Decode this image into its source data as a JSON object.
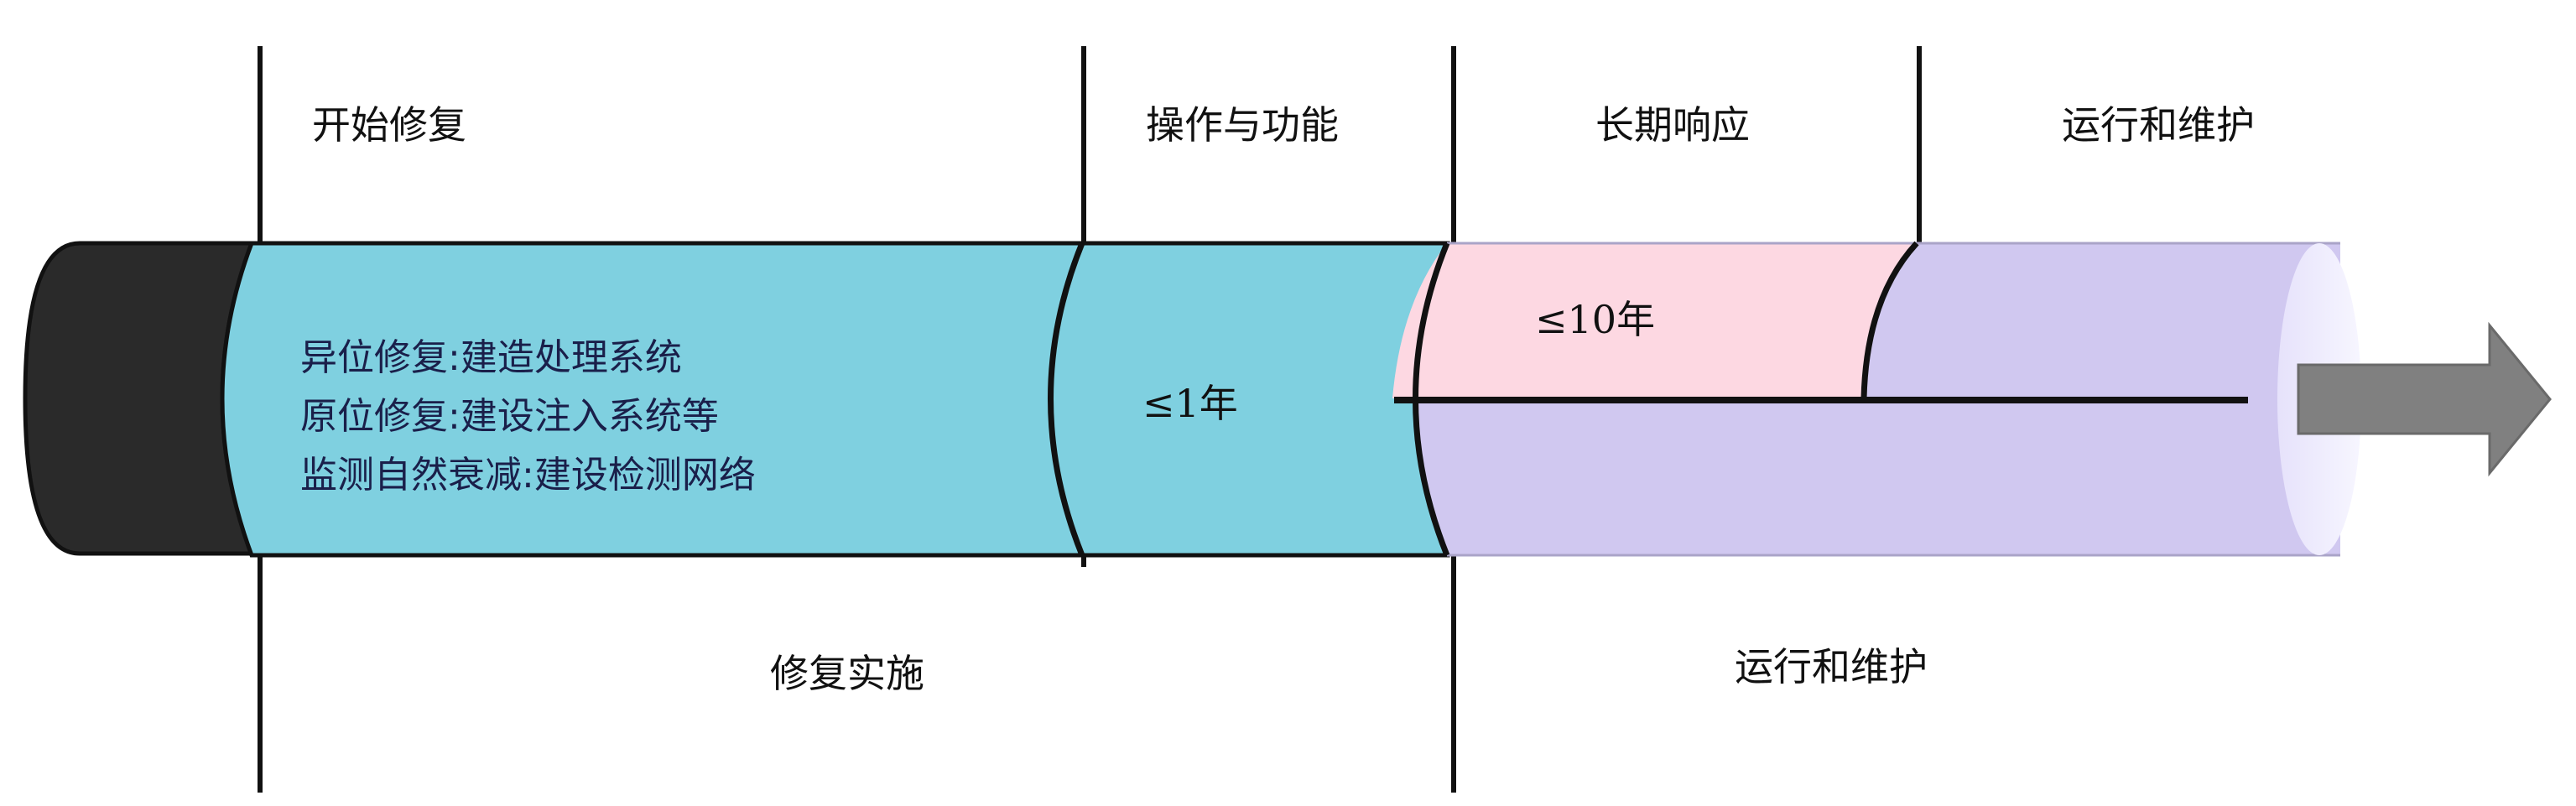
{
  "phases_top": {
    "start": "开始修复",
    "operation": "操作与功能",
    "long_term": "长期响应",
    "om": "运行和维护"
  },
  "phases_bottom": {
    "implementation": "修复实施",
    "om": "运行和维护"
  },
  "implementation_items": [
    "异位修复:建造处理系统",
    "原位修复:建设注入系统等",
    "监测自然衰减:建设检测网络"
  ],
  "durations": {
    "operation": "≤1年",
    "long_term": "≤10年"
  },
  "colors": {
    "cap": "#2a2a2a",
    "implementation": "#7fd0e0",
    "long_term": "#fdd8e2",
    "om": "#d0c8f0",
    "arrow": "#808080",
    "line": "#111111"
  }
}
